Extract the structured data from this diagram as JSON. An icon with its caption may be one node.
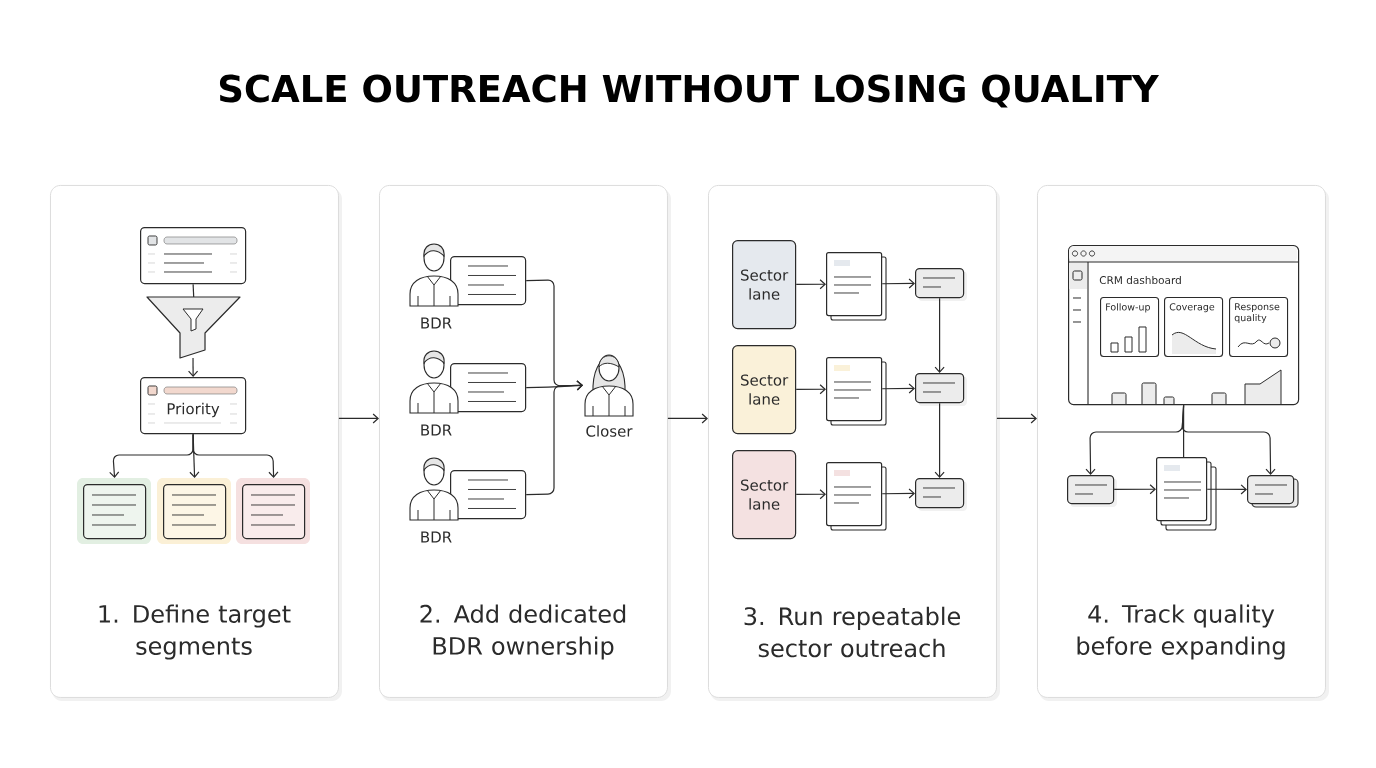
{
  "diagram": {
    "title": "SCALE OUTREACH WITHOUT LOSING QUALITY",
    "nodes": [
      {
        "text": [
          "1. Define target segments"
        ]
      },
      {
        "text": [],
        "shape": "box",
        "in": 0
      },
      {
        "text": [],
        "shape": "funnel",
        "in": 0
      },
      {
        "text": [
          "Priority"
        ],
        "in": 0
      },
      {
        "text": [],
        "shape": "box",
        "in": 0
      },
      {
        "text": [],
        "shape": "box",
        "in": 0
      },
      {
        "text": [],
        "shape": "box",
        "in": 0
      },
      {
        "text": [
          "2. Add dedicated BDR ownership"
        ]
      },
      {
        "text": [
          "BDR"
        ],
        "in": 7
      },
      {
        "text": [
          "BDR"
        ],
        "in": 7
      },
      {
        "text": [
          "BDR"
        ],
        "in": 7
      },
      {
        "text": [
          "Closer"
        ],
        "in": 7
      },
      {
        "text": [
          "3. Run repeatable sector outreach"
        ]
      },
      {
        "text": [
          "Sector lane"
        ],
        "in": 12
      },
      {
        "text": [],
        "shape": "document",
        "in": 12
      },
      {
        "text": [],
        "shape": "box",
        "in": 12
      },
      {
        "text": [
          "Sector lane"
        ],
        "in": 12
      },
      {
        "text": [],
        "shape": "document",
        "in": 12
      },
      {
        "text": [],
        "shape": "box",
        "in": 12
      },
      {
        "text": [
          "Sector lane"
        ],
        "in": 12
      },
      {
        "text": [],
        "shape": "document",
        "in": 12
      },
      {
        "text": [],
        "shape": "box",
        "in": 12
      },
      {
        "text": [
          "4. Track quality before expanding"
        ]
      },
      {
        "text": [
          "CRM dashboard"
        ],
        "in": 22
      },
      {
        "text": [
          "Follow-up"
        ],
        "in": 23
      },
      {
        "text": [
          "Coverage"
        ],
        "in": 23
      },
      {
        "text": [
          "Response quality"
        ],
        "in": 23
      },
      {
        "text": [],
        "shape": "box",
        "in": 22
      },
      {
        "text": [],
        "shape": "document",
        "in": 22
      },
      {
        "text": [],
        "shape": "box",
        "in": 22
      }
    ],
    "edges": [
      {
        "from": 0,
        "to": 7,
        "arrow": "to"
      },
      {
        "from": 7,
        "to": 12,
        "arrow": "to"
      },
      {
        "from": 12,
        "to": 22,
        "arrow": "to"
      },
      {
        "from": 1,
        "to": 2,
        "arrow": "none"
      },
      {
        "from": 2,
        "to": 3,
        "arrow": "to"
      },
      {
        "from": 3,
        "to": 4,
        "arrow": "to"
      },
      {
        "from": 3,
        "to": 5,
        "arrow": "to"
      },
      {
        "from": 3,
        "to": 6,
        "arrow": "to"
      },
      {
        "from": 8,
        "to": 11,
        "arrow": "to"
      },
      {
        "from": 9,
        "to": 11,
        "arrow": "to"
      },
      {
        "from": 10,
        "to": 11,
        "arrow": "to"
      },
      {
        "from": 13,
        "to": 14,
        "arrow": "to"
      },
      {
        "from": 14,
        "to": 15,
        "arrow": "to"
      },
      {
        "from": 16,
        "to": 17,
        "arrow": "to"
      },
      {
        "from": 17,
        "to": 18,
        "arrow": "to"
      },
      {
        "from": 19,
        "to": 20,
        "arrow": "to"
      },
      {
        "from": 20,
        "to": 21,
        "arrow": "to"
      },
      {
        "from": 15,
        "to": 18,
        "arrow": "to"
      },
      {
        "from": 18,
        "to": 21,
        "arrow": "to"
      },
      {
        "from": 23,
        "to": 27,
        "arrow": "to"
      },
      {
        "from": 23,
        "to": 28,
        "arrow": "none"
      },
      {
        "from": 23,
        "to": 29,
        "arrow": "to"
      },
      {
        "from": 27,
        "to": 28,
        "arrow": "to"
      },
      {
        "from": 28,
        "to": 29,
        "arrow": "to"
      }
    ]
  }
}
